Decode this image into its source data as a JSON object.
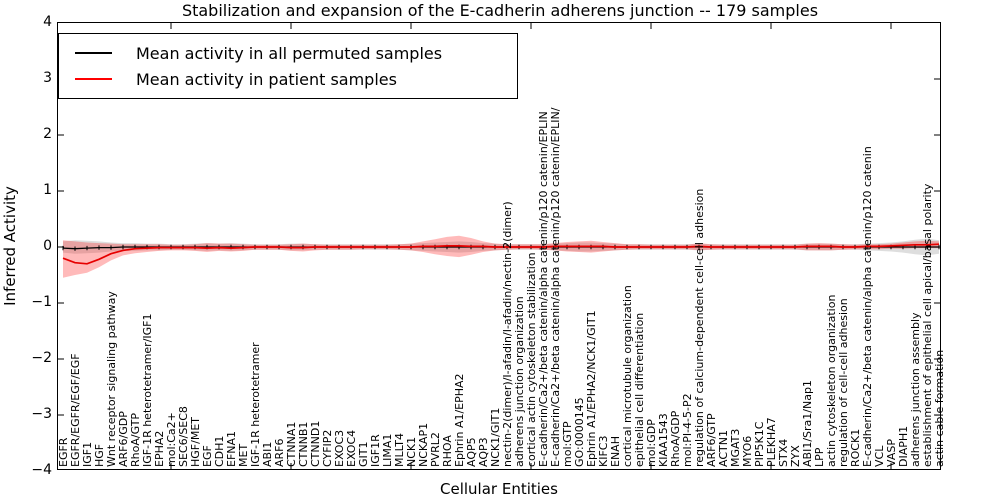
{
  "chart_data": {
    "type": "line",
    "title": "Stabilization and expansion of the E-cadherin adherens junction -- 179 samples",
    "xlabel": "Cellular Entities",
    "ylabel": "Inferred Activity",
    "ylim": [
      -4,
      4
    ],
    "yticks": [
      4,
      3,
      2,
      1,
      0,
      -1,
      -2,
      -3,
      -4
    ],
    "grid": false,
    "legend_position": "upper left",
    "categories": [
      "EGFR",
      "EGFR/EGFR/EGF/EGF",
      "IGF1",
      "HGF",
      "Wnt receptor signaling pathway",
      "ARF6/GDP",
      "RhoA/GTP",
      "IGF-1R heterotetramer/IGF1",
      "EPHA2",
      "mol:Ca2+",
      "SEC6/SEC8",
      "HGF/MET",
      "EGF",
      "CDH1",
      "EFNA1",
      "MET",
      "IGF-1R heterotetramer",
      "ABI1",
      "ARF6",
      "CTNNA1",
      "CTNNB1",
      "CTNND1",
      "CYFIP2",
      "EXOC3",
      "EXOC4",
      "GIT1",
      "IGF1R",
      "LIMA1",
      "MLLT4",
      "NCK1",
      "NCKAP1",
      "PVRL2",
      "RHOA",
      "Ephrin A1/EPHA2",
      "AQP5",
      "AQP3",
      "NCK1/GIT1",
      "nectin-2(dimer)/I-afadin/I-afadin/nectin-2(dimer)",
      "adherens junction organization",
      "cortical actin cytoskeleton stabilization",
      "E-cadherin/Ca2+/beta catenin/alpha catenin/p120 catenin/EPLIN",
      "E-cadherin/Ca2+/beta catenin/alpha catenin/p120 catenin/EPLIN/",
      "mol:GTP",
      "GO:0000145",
      "Ephrin A1/EPHA2/NCK1/GIT1",
      "KIFC3",
      "ENAH",
      "cortical microtubule organization",
      "epithelial cell differentiation",
      "mol:GDP",
      "KIAA1543",
      "RhoA/GDP",
      "mol:PI-4-5-P2",
      "regulation of calcium-dependent cell-cell adhesion",
      "ARF6/GTP",
      "ACTN1",
      "MGAT3",
      "MYO6",
      "PIP5K1C",
      "PLEKHA7",
      "STX4",
      "ZYX",
      "ABI1/Sra1/Nap1",
      "LPP",
      "actin cytoskeleton organization",
      "regulation of cell-cell adhesion",
      "ROCK1",
      "E-cadherin/Ca2+/beta catenin/alpha catenin/p120 catenin",
      "VCL",
      "VASP",
      "DIAPH1",
      "adherens junction assembly",
      "establishment of epithelial cell apical/basal polarity",
      "actin cable formation"
    ],
    "series": [
      {
        "name": "Mean activity in all permuted samples",
        "color": "#000000",
        "band_color": "#000000",
        "band_opacity": 0.13,
        "values": [
          -0.02,
          -0.03,
          -0.02,
          -0.01,
          -0.01,
          0,
          0,
          0,
          0,
          0,
          0,
          0,
          0,
          0,
          0,
          0,
          0,
          0,
          0,
          0,
          0,
          0,
          0,
          0,
          0,
          0,
          0,
          0,
          0,
          0,
          0,
          0,
          0,
          0,
          0,
          0,
          0,
          0,
          0,
          0,
          0,
          0,
          0,
          0,
          0,
          0,
          0,
          0,
          0,
          0,
          0,
          0,
          0,
          0,
          0,
          0,
          0,
          0,
          0,
          0,
          0,
          0,
          0,
          0,
          0,
          0,
          0,
          0,
          0,
          0,
          0,
          0,
          0,
          0
        ],
        "band_lo": [
          -0.1,
          -0.12,
          -0.11,
          -0.1,
          -0.08,
          -0.07,
          -0.07,
          -0.06,
          -0.06,
          -0.05,
          -0.05,
          -0.06,
          -0.07,
          -0.06,
          -0.07,
          -0.06,
          -0.05,
          -0.05,
          -0.05,
          -0.06,
          -0.06,
          -0.05,
          -0.05,
          -0.05,
          -0.05,
          -0.05,
          -0.05,
          -0.05,
          -0.05,
          -0.06,
          -0.07,
          -0.08,
          -0.09,
          -0.1,
          -0.09,
          -0.07,
          -0.06,
          -0.05,
          -0.05,
          -0.05,
          -0.05,
          -0.06,
          -0.07,
          -0.08,
          -0.08,
          -0.07,
          -0.06,
          -0.05,
          -0.05,
          -0.05,
          -0.05,
          -0.05,
          -0.05,
          -0.06,
          -0.05,
          -0.05,
          -0.05,
          -0.05,
          -0.05,
          -0.05,
          -0.05,
          -0.05,
          -0.06,
          -0.06,
          -0.06,
          -0.05,
          -0.05,
          -0.06,
          -0.07,
          -0.08,
          -0.1,
          -0.13,
          -0.15,
          -0.12
        ],
        "band_hi": [
          0.1,
          0.12,
          0.11,
          0.1,
          0.08,
          0.07,
          0.07,
          0.06,
          0.06,
          0.05,
          0.05,
          0.06,
          0.07,
          0.06,
          0.07,
          0.06,
          0.05,
          0.05,
          0.05,
          0.06,
          0.06,
          0.05,
          0.05,
          0.05,
          0.05,
          0.05,
          0.05,
          0.05,
          0.05,
          0.06,
          0.07,
          0.08,
          0.09,
          0.1,
          0.09,
          0.07,
          0.06,
          0.05,
          0.05,
          0.05,
          0.05,
          0.06,
          0.07,
          0.08,
          0.08,
          0.07,
          0.06,
          0.05,
          0.05,
          0.05,
          0.05,
          0.05,
          0.05,
          0.06,
          0.05,
          0.05,
          0.05,
          0.05,
          0.05,
          0.05,
          0.05,
          0.05,
          0.06,
          0.06,
          0.06,
          0.05,
          0.05,
          0.06,
          0.07,
          0.08,
          0.1,
          0.13,
          0.15,
          0.12
        ]
      },
      {
        "name": "Mean activity in patient samples",
        "color": "#e60000",
        "band_color": "#ff0000",
        "band_opacity": 0.27,
        "values": [
          -0.2,
          -0.28,
          -0.3,
          -0.22,
          -0.12,
          -0.06,
          -0.03,
          -0.02,
          -0.01,
          -0.01,
          -0.01,
          -0.01,
          -0.02,
          -0.01,
          -0.02,
          -0.01,
          0,
          0,
          0,
          -0.01,
          -0.01,
          0,
          0,
          0,
          0,
          0,
          0,
          0,
          0,
          0,
          0.01,
          0.01,
          0.02,
          0.02,
          0.01,
          0.01,
          0,
          0,
          0,
          0,
          0,
          0.01,
          0.01,
          0.01,
          0.01,
          0.01,
          0,
          0,
          0,
          0,
          0,
          0,
          0,
          0.01,
          0,
          0,
          0,
          0,
          0,
          0,
          0,
          0,
          0.01,
          0.01,
          0.01,
          0,
          0,
          0.01,
          0.01,
          0.02,
          0.03,
          0.04,
          0.04,
          0.05
        ],
        "band_lo": [
          -0.55,
          -0.5,
          -0.46,
          -0.36,
          -0.24,
          -0.15,
          -0.11,
          -0.09,
          -0.07,
          -0.06,
          -0.06,
          -0.07,
          -0.09,
          -0.07,
          -0.08,
          -0.07,
          -0.05,
          -0.05,
          -0.05,
          -0.07,
          -0.08,
          -0.06,
          -0.05,
          -0.05,
          -0.05,
          -0.04,
          -0.04,
          -0.04,
          -0.05,
          -0.06,
          -0.09,
          -0.13,
          -0.16,
          -0.18,
          -0.14,
          -0.09,
          -0.06,
          -0.05,
          -0.04,
          -0.04,
          -0.05,
          -0.06,
          -0.08,
          -0.09,
          -0.1,
          -0.08,
          -0.06,
          -0.05,
          -0.04,
          -0.04,
          -0.04,
          -0.04,
          -0.04,
          -0.06,
          -0.05,
          -0.04,
          -0.04,
          -0.04,
          -0.04,
          -0.04,
          -0.04,
          -0.04,
          -0.06,
          -0.06,
          -0.06,
          -0.05,
          -0.04,
          -0.04,
          -0.04,
          -0.03,
          -0.03,
          -0.02,
          -0.02,
          -0.02
        ],
        "band_hi": [
          0.12,
          0.1,
          0.08,
          0.07,
          0.06,
          0.05,
          0.05,
          0.05,
          0.05,
          0.04,
          0.04,
          0.05,
          0.07,
          0.06,
          0.06,
          0.05,
          0.04,
          0.04,
          0.04,
          0.05,
          0.06,
          0.05,
          0.04,
          0.04,
          0.04,
          0.04,
          0.04,
          0.04,
          0.05,
          0.06,
          0.1,
          0.14,
          0.18,
          0.2,
          0.16,
          0.1,
          0.06,
          0.05,
          0.05,
          0.05,
          0.05,
          0.07,
          0.09,
          0.1,
          0.11,
          0.09,
          0.07,
          0.05,
          0.05,
          0.04,
          0.04,
          0.04,
          0.04,
          0.07,
          0.05,
          0.04,
          0.04,
          0.04,
          0.04,
          0.04,
          0.04,
          0.04,
          0.06,
          0.07,
          0.06,
          0.05,
          0.04,
          0.05,
          0.05,
          0.06,
          0.08,
          0.1,
          0.11,
          0.1
        ]
      }
    ]
  },
  "legend": {
    "entries": [
      "Mean activity in all permuted samples",
      "Mean activity in patient samples"
    ]
  }
}
